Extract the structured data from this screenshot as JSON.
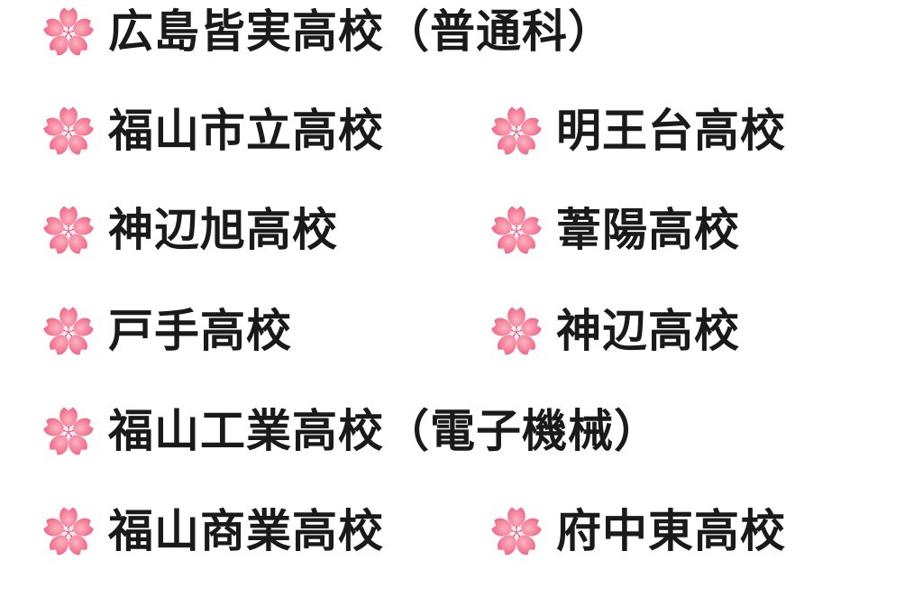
{
  "theme": {
    "flower_color": "#F36A87",
    "flower_light": "#FBB3C2",
    "flower_center": "#FFF0F4"
  },
  "rows": [
    {
      "left": {
        "icon": "sakura-icon",
        "text": "広島皆実高校（普通科）"
      }
    },
    {
      "left": {
        "icon": "sakura-icon",
        "text": "福山市立高校"
      },
      "right": {
        "icon": "sakura-icon",
        "text": "明王台高校"
      }
    },
    {
      "left": {
        "icon": "sakura-icon",
        "text": "神辺旭高校"
      },
      "right": {
        "icon": "sakura-icon",
        "text": "葦陽高校"
      }
    },
    {
      "left": {
        "icon": "sakura-icon",
        "text": "戸手高校"
      },
      "right": {
        "icon": "sakura-icon",
        "text": "神辺高校"
      }
    },
    {
      "left": {
        "icon": "sakura-icon",
        "text": "福山工業高校（電子機械）"
      }
    },
    {
      "left": {
        "icon": "sakura-icon",
        "text": "福山商業高校"
      },
      "right": {
        "icon": "sakura-icon",
        "text": "府中東高校"
      }
    }
  ]
}
